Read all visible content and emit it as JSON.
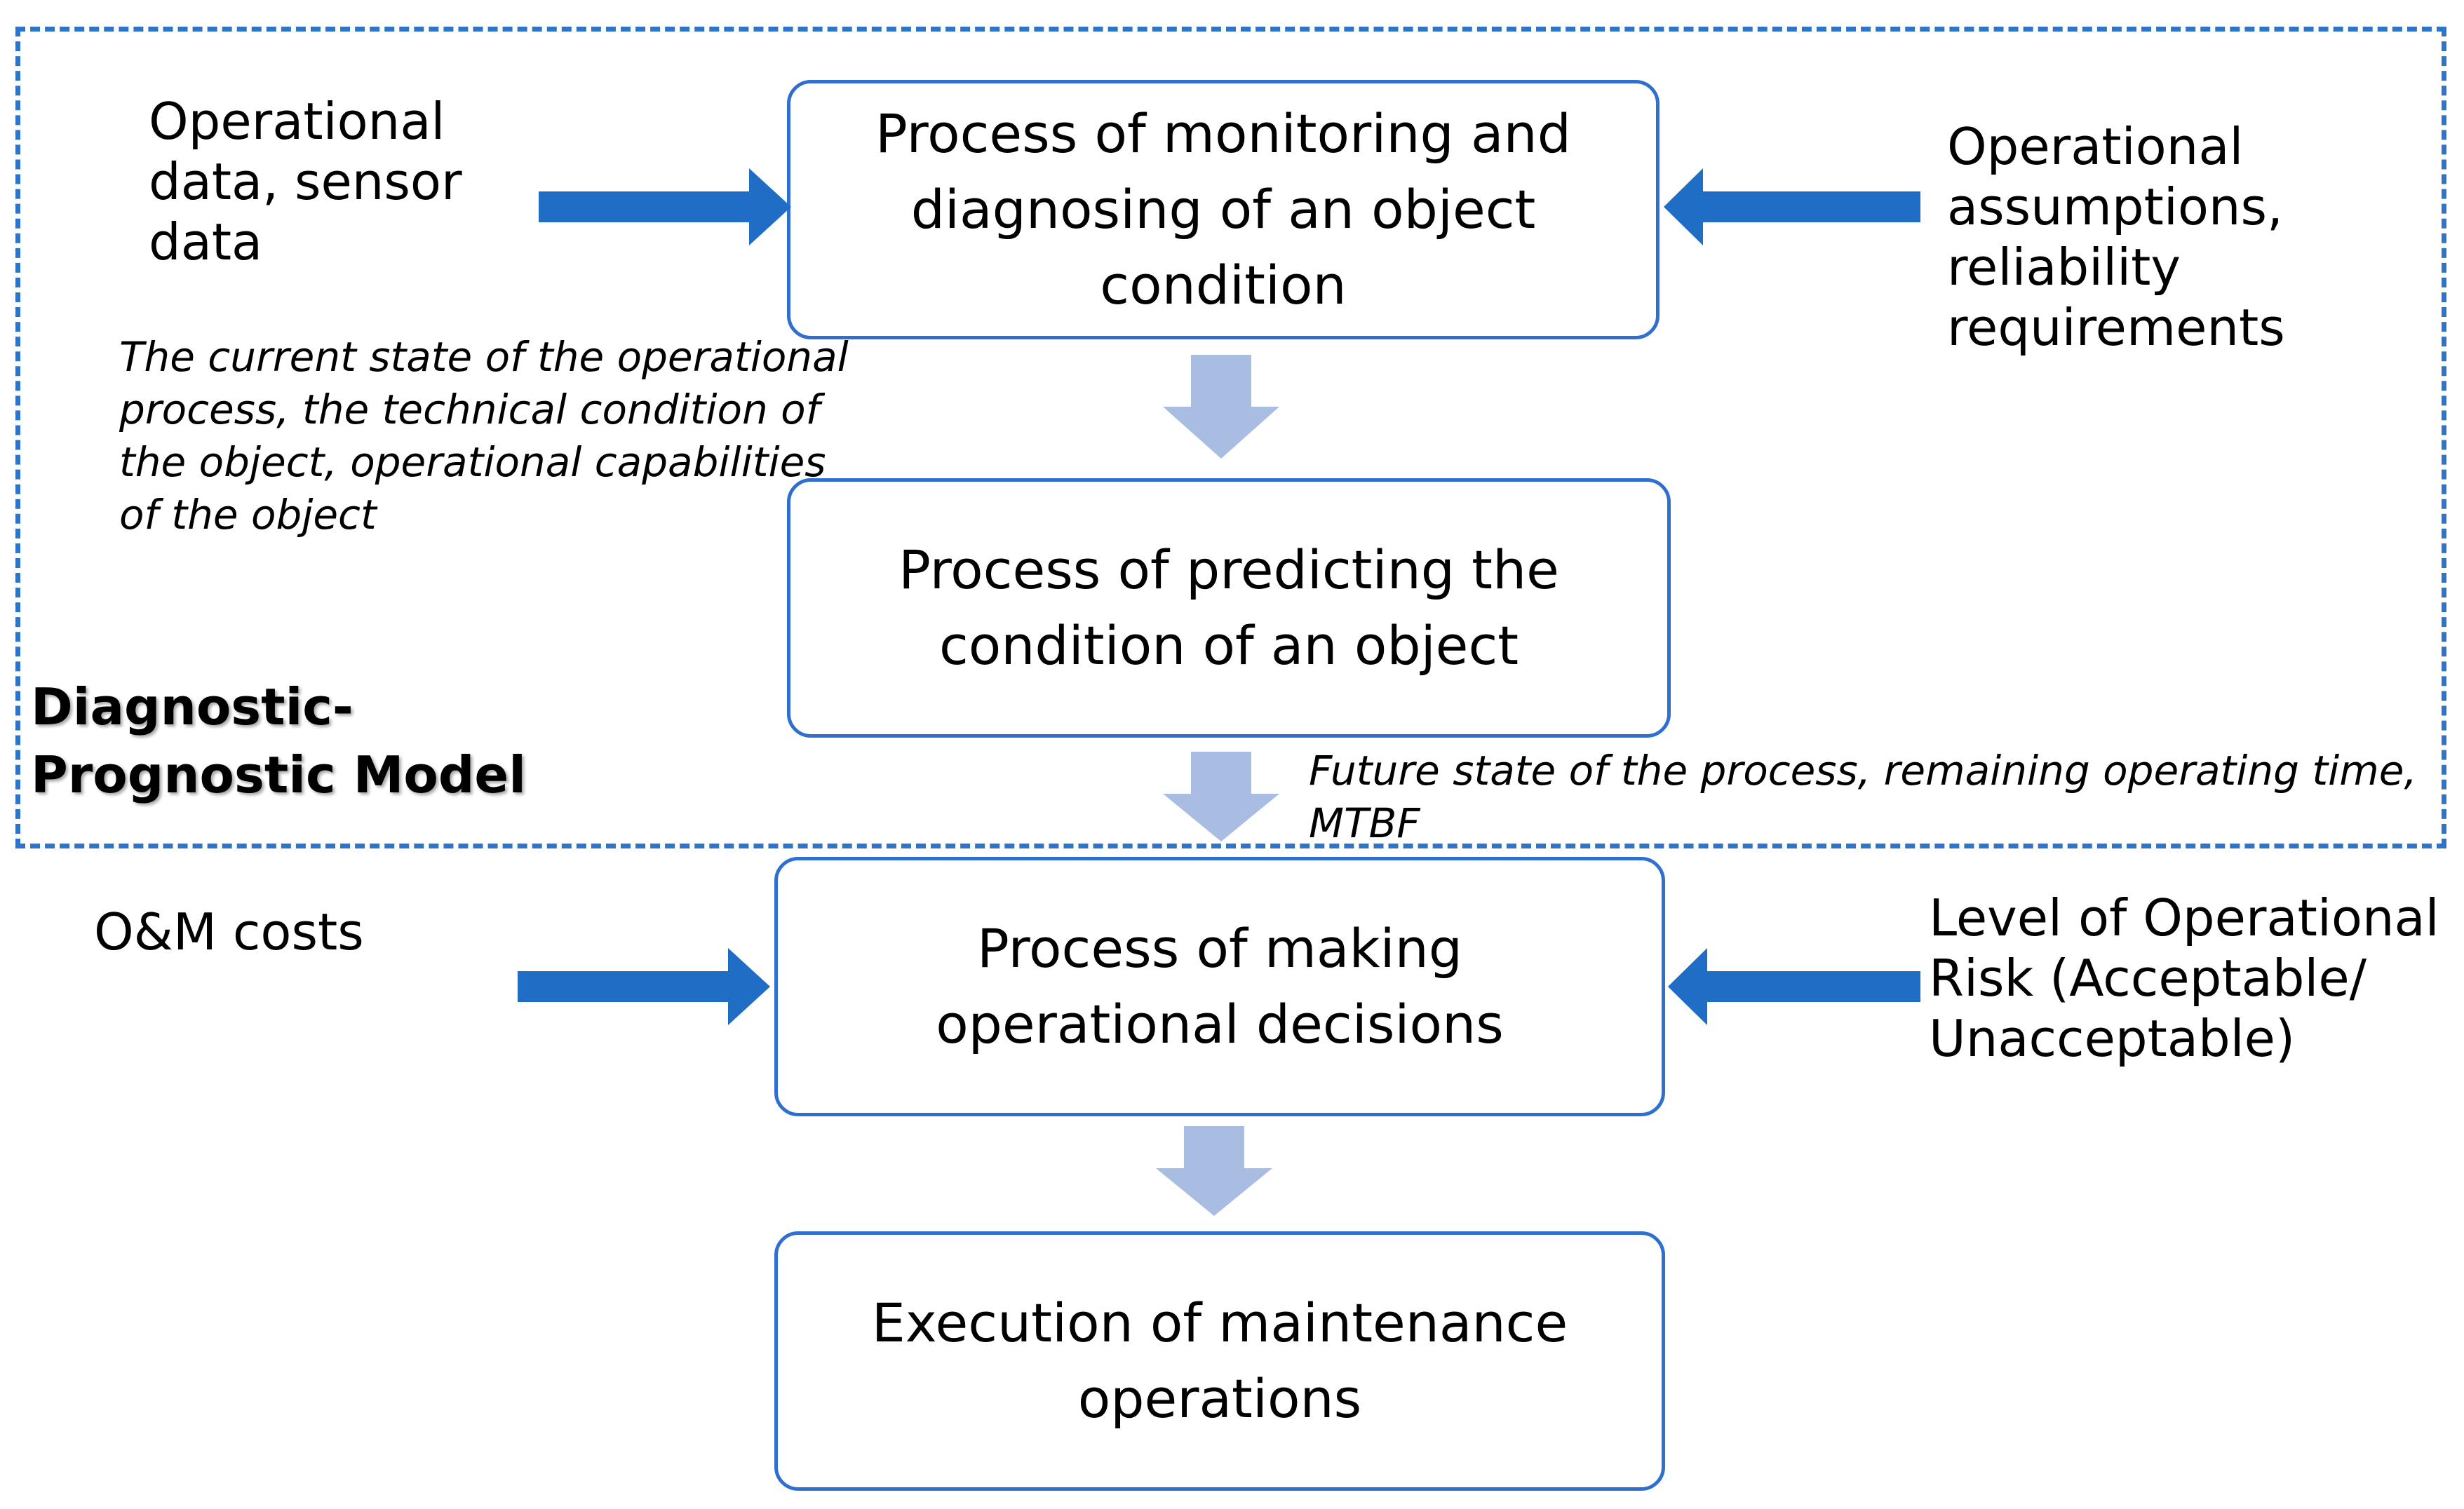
{
  "model_label": {
    "line1": "Diagnostic-",
    "line2": "Prognostic Model"
  },
  "boxes": {
    "monitoring": [
      "Process of monitoring and",
      "diagnosing of an object",
      "condition"
    ],
    "predicting": [
      "Process of predicting the",
      "condition of an object"
    ],
    "deciding": [
      "Process of making",
      "operational decisions"
    ],
    "executing": [
      "Execution of maintenance",
      "operations"
    ]
  },
  "inputs": {
    "operational_data": [
      "Operational",
      "data, sensor",
      "data"
    ],
    "operational_assumptions": [
      "Operational",
      "assumptions,",
      "reliability",
      "requirements"
    ],
    "om_costs": [
      "O&M costs"
    ],
    "operational_risk": [
      "Level of Operational",
      "Risk (Acceptable/",
      "Unacceptable)"
    ]
  },
  "outputs": {
    "current_state": [
      "The current state of the operational",
      "process, the technical condition of",
      "the object, operational capabilities",
      "of the object"
    ],
    "future_state": [
      "Future state of the process, remaining operating time,",
      "MTBF"
    ]
  },
  "colors": {
    "dashed_border": "#2E75C9",
    "box_border": "#2F6FD0",
    "input_arrow": "#1F6DC5",
    "flow_arrow": "#A9BDE3"
  }
}
